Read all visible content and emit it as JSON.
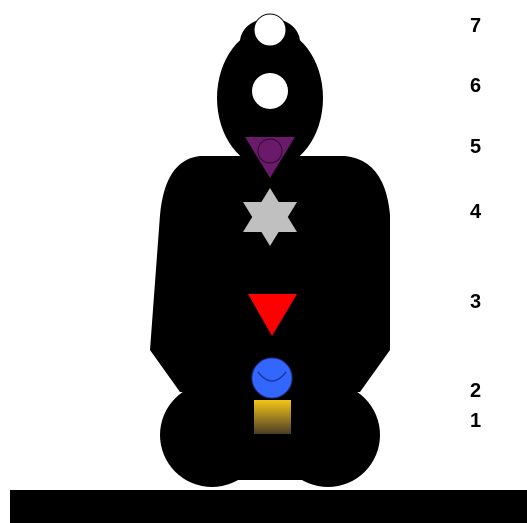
{
  "labels": {
    "chakra_7": "7",
    "chakra_6": "6",
    "chakra_5": "5",
    "chakra_4": "4",
    "chakra_3": "3",
    "chakra_2": "2",
    "chakra_1": "1"
  },
  "colors": {
    "figure": "#000000",
    "crown": "#ffffff",
    "third_eye": "#ffffff",
    "throat": "#6b1a6b",
    "heart": "#c0c0c0",
    "solar_plexus": "#ff0000",
    "sacral": "#3366ff",
    "root_top": "#f5c518",
    "root_bottom": "#4a3d26",
    "ground": "#000000"
  },
  "icons": {
    "crown": "circle",
    "third_eye": "circle",
    "throat": "triangle-with-circle",
    "heart": "six-pointed-star",
    "solar_plexus": "downward-triangle",
    "sacral": "circle-with-crescent",
    "root": "square"
  }
}
